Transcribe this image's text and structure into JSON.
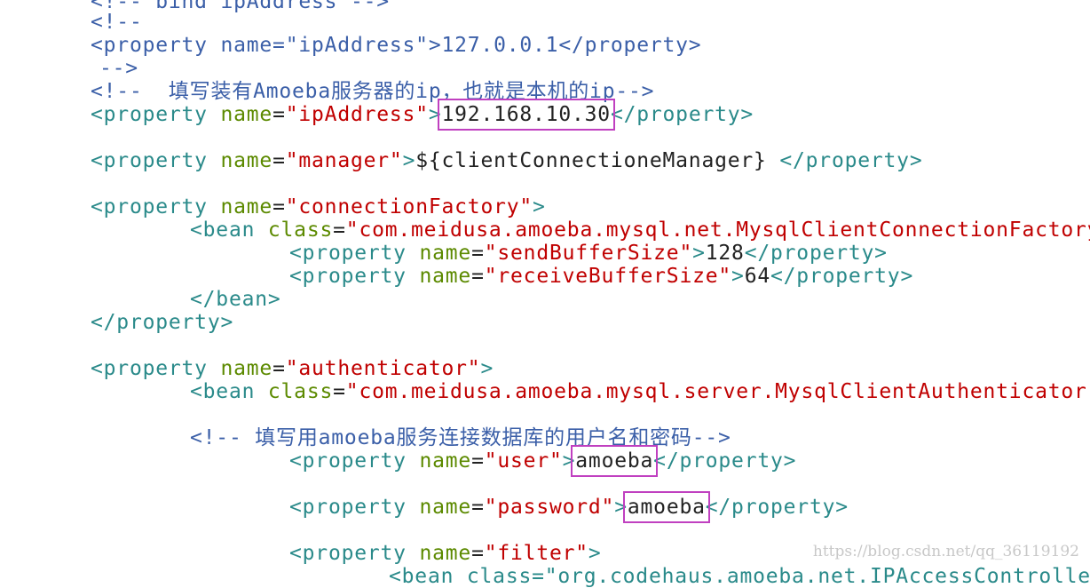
{
  "code": {
    "l0": "<!-- bind ipAddress -->",
    "l1": "<!--",
    "l2": {
      "open": "<property name=\"ipAddress\">",
      "value": "127.0.0.1",
      "close": "</property>"
    },
    "l3": "-->",
    "l4": "<!--  填写装有Amoeba服务器的ip，也就是本机的ip-->",
    "l5": {
      "t1": "<property ",
      "a": "name",
      "eq": "=",
      "s": "\"ipAddress\"",
      "t2": ">",
      "v": "192.168.10.30",
      "t3": "</property>"
    },
    "l6": {
      "t1": "<property ",
      "a": "name",
      "eq": "=",
      "s": "\"manager\"",
      "t2": ">",
      "v": "${clientConnectioneManager}",
      "t3": " </property>"
    },
    "l7": {
      "t1": "<property ",
      "a": "name",
      "eq": "=",
      "s": "\"connectionFactory\"",
      "t2": ">"
    },
    "l8": {
      "t1": "<bean ",
      "a": "class",
      "eq": "=",
      "s": "\"com.meidusa.amoeba.mysql.net.MysqlClientConnectionFactory\"",
      "t2": ">"
    },
    "l9": {
      "t1": "<property ",
      "a": "name",
      "eq": "=",
      "s": "\"sendBufferSize\"",
      "t2": ">",
      "v": "128",
      "t3": "</property>"
    },
    "l10": {
      "t1": "<property ",
      "a": "name",
      "eq": "=",
      "s": "\"receiveBufferSize\"",
      "t2": ">",
      "v": "64",
      "t3": "</property>"
    },
    "l11": "</bean>",
    "l12": "</property>",
    "l13": {
      "t1": "<property ",
      "a": "name",
      "eq": "=",
      "s": "\"authenticator\"",
      "t2": ">"
    },
    "l14": {
      "t1": "<bean ",
      "a": "class",
      "eq": "=",
      "s": "\"com.meidusa.amoeba.mysql.server.MysqlClientAuthenticator\"",
      "t2": ">"
    },
    "l15": "<!-- 填写用amoeba服务连接数据库的用户名和密码-->",
    "l16": {
      "t1": "<property ",
      "a": "name",
      "eq": "=",
      "s": "\"user\"",
      "t2": ">",
      "v": "amoeba",
      "t3": "</property>"
    },
    "l17": {
      "t1": "<property ",
      "a": "name",
      "eq": "=",
      "s": "\"password\"",
      "t2": ">",
      "v": "amoeba",
      "t3": "</property>"
    },
    "l18": {
      "t1": "<property ",
      "a": "name",
      "eq": "=",
      "s": "\"filter\"",
      "t2": ">"
    },
    "l19": "<bean class=\"org.codehaus.amoeba.net.IPAccessController\">"
  },
  "colors": {
    "tag": "#2a8a8a",
    "attr": "#5c8a00",
    "string": "#c00000",
    "comment": "#3b5fa8",
    "highlight": "#c040c0"
  },
  "watermark": "https://blog.csdn.net/qq_36119192"
}
